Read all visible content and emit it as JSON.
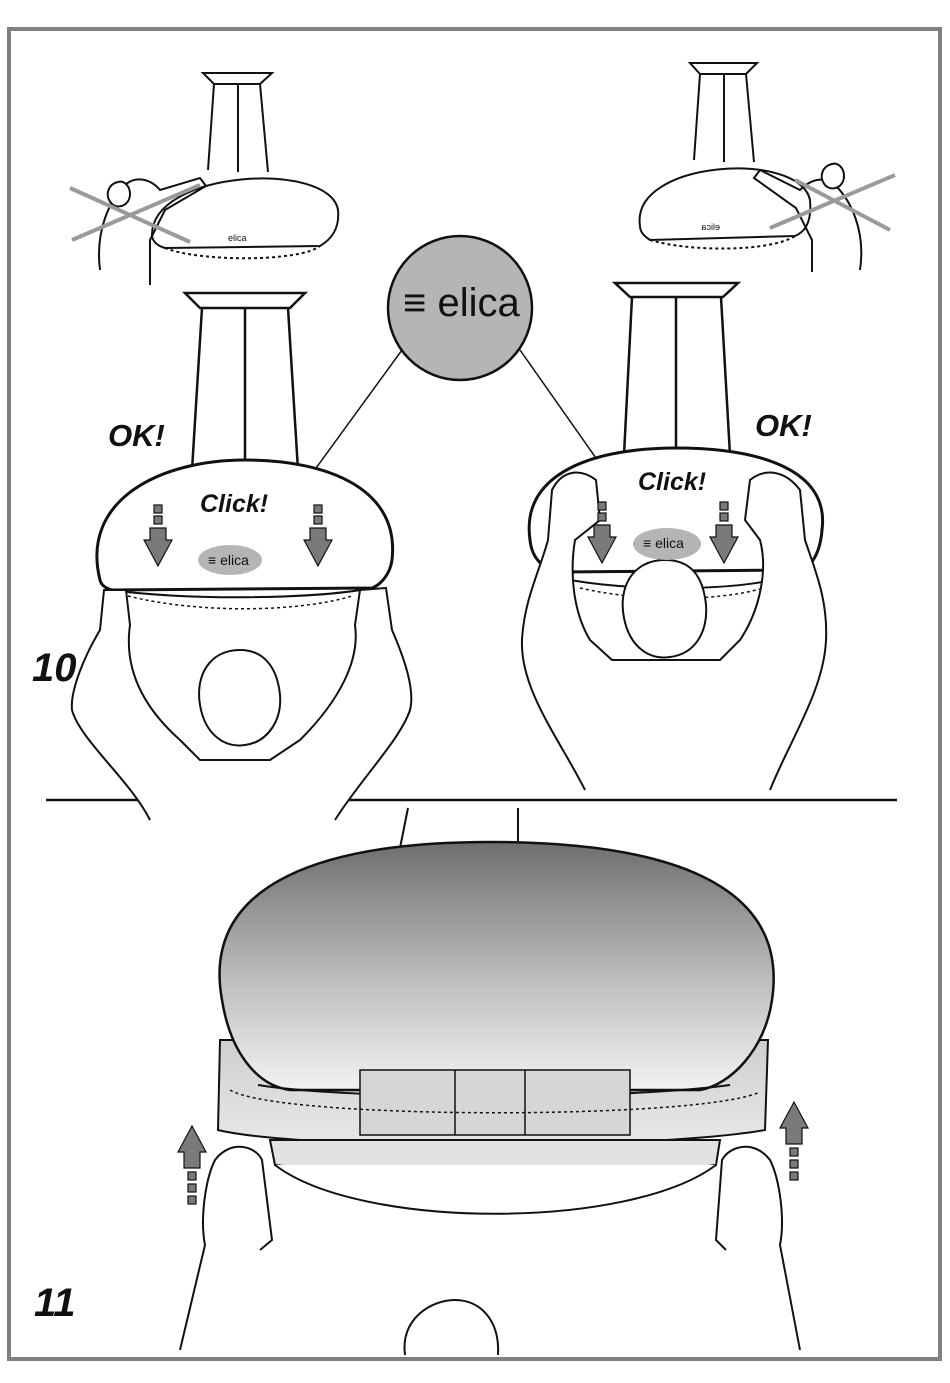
{
  "step_10": {
    "number": "10",
    "ok_left": "OK!",
    "ok_right": "OK!",
    "click_left": "Click!",
    "click_right": "Click!"
  },
  "step_11": {
    "number": "11"
  },
  "brand": {
    "logo_text": "elica",
    "badge_text_left": "elica",
    "badge_text_right": "elica",
    "hood_print_left": "elica",
    "hood_print_right": "elica"
  },
  "colors": {
    "border": "#808080",
    "badge_fill": "#b5b5b5",
    "arrow_fill": "#7a7a7a",
    "cross_stroke": "#9a9a9a",
    "line": "#111111"
  },
  "icons": {
    "cross_left": "cross-mark-icon",
    "cross_right": "cross-mark-icon",
    "arrows_down": "arrow-down-icon",
    "arrows_up": "arrow-up-icon",
    "brand_mark": "elica-logo-icon"
  }
}
